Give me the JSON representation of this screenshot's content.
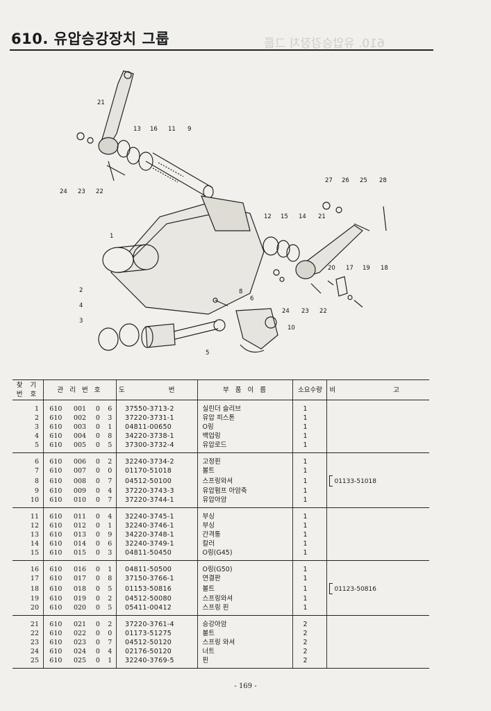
{
  "header": {
    "title": "610. 유압승강장치 그룹"
  },
  "diagram": {
    "callouts": [
      "21",
      "13",
      "16",
      "11",
      "9",
      "24",
      "23",
      "22",
      "27",
      "26",
      "25",
      "28",
      "12",
      "15",
      "14",
      "21",
      "1",
      "20",
      "17",
      "19",
      "18",
      "2",
      "8",
      "6",
      "4",
      "24",
      "23",
      "22",
      "3",
      "10",
      "5"
    ]
  },
  "table": {
    "headers": {
      "find_no": "찾 기\n번 호",
      "mgmt_no": "관 리 번 호",
      "drawing_no": "도 번",
      "part_name": "부 품 이 름",
      "qty": "소요수량",
      "remarks": "비 고"
    },
    "groups": [
      {
        "rows": [
          {
            "no": "1",
            "a": "610",
            "b": "001",
            "c": "0",
            "d": "6",
            "pn": "37550-3713-2",
            "name": "실린더 슬리브",
            "qty": "1"
          },
          {
            "no": "2",
            "a": "610",
            "b": "002",
            "c": "0",
            "d": "3",
            "pn": "37220-3731-1",
            "name": "유압 피스톤",
            "qty": "1"
          },
          {
            "no": "3",
            "a": "610",
            "b": "003",
            "c": "0",
            "d": "1",
            "pn": "04811-00650",
            "name": "O링",
            "qty": "1"
          },
          {
            "no": "4",
            "a": "610",
            "b": "004",
            "c": "0",
            "d": "8",
            "pn": "34220-3738-1",
            "name": "백업링",
            "qty": "1"
          },
          {
            "no": "5",
            "a": "610",
            "b": "005",
            "c": "0",
            "d": "5",
            "pn": "37300-3732-4",
            "name": "유압로드",
            "qty": "1"
          }
        ]
      },
      {
        "note": "01133-51018",
        "rows": [
          {
            "no": "6",
            "a": "610",
            "b": "006",
            "c": "0",
            "d": "2",
            "pn": "32240-3734-2",
            "name": "고정핀",
            "qty": "1"
          },
          {
            "no": "7",
            "a": "610",
            "b": "007",
            "c": "0",
            "d": "0",
            "pn": "01170-51018",
            "name": "볼트",
            "qty": "1"
          },
          {
            "no": "8",
            "a": "610",
            "b": "008",
            "c": "0",
            "d": "7",
            "pn": "04512-50100",
            "name": "스프링와셔",
            "qty": "1"
          },
          {
            "no": "9",
            "a": "610",
            "b": "009",
            "c": "0",
            "d": "4",
            "pn": "37220-3743-3",
            "name": "유압펌프 아암축",
            "qty": "1"
          },
          {
            "no": "10",
            "a": "610",
            "b": "010",
            "c": "0",
            "d": "7",
            "pn": "37220-3744-1",
            "name": "유압아암",
            "qty": "1"
          }
        ]
      },
      {
        "rows": [
          {
            "no": "11",
            "a": "610",
            "b": "011",
            "c": "0",
            "d": "4",
            "pn": "32240-3745-1",
            "name": "부싱",
            "qty": "1"
          },
          {
            "no": "12",
            "a": "610",
            "b": "012",
            "c": "0",
            "d": "1",
            "pn": "32240-3746-1",
            "name": "부싱",
            "qty": "1"
          },
          {
            "no": "13",
            "a": "610",
            "b": "013",
            "c": "0",
            "d": "9",
            "pn": "34220-3748-1",
            "name": "간격통",
            "qty": "1"
          },
          {
            "no": "14",
            "a": "610",
            "b": "014",
            "c": "0",
            "d": "6",
            "pn": "32240-3749-1",
            "name": "칼러",
            "qty": "1"
          },
          {
            "no": "15",
            "a": "610",
            "b": "015",
            "c": "0",
            "d": "3",
            "pn": "04811-50450",
            "name": "O링(G45)",
            "qty": "1"
          }
        ]
      },
      {
        "note": "01123-50816",
        "rows": [
          {
            "no": "16",
            "a": "610",
            "b": "016",
            "c": "0",
            "d": "1",
            "pn": "04811-50500",
            "name": "O링(G50)",
            "qty": "1"
          },
          {
            "no": "17",
            "a": "610",
            "b": "017",
            "c": "0",
            "d": "8",
            "pn": "37150-3766-1",
            "name": "연결판",
            "qty": "1"
          },
          {
            "no": "18",
            "a": "610",
            "b": "018",
            "c": "0",
            "d": "5",
            "pn": "01153-50816",
            "name": "볼트",
            "qty": "1"
          },
          {
            "no": "19",
            "a": "610",
            "b": "019",
            "c": "0",
            "d": "2",
            "pn": "04512-50080",
            "name": "스프링와셔",
            "qty": "1"
          },
          {
            "no": "20",
            "a": "610",
            "b": "020",
            "c": "0",
            "d": "5",
            "pn": "05411-00412",
            "name": "스프링 핀",
            "qty": "1"
          }
        ]
      },
      {
        "rows": [
          {
            "no": "21",
            "a": "610",
            "b": "021",
            "c": "0",
            "d": "2",
            "pn": "37220-3761-4",
            "name": "승강아암",
            "qty": "2"
          },
          {
            "no": "22",
            "a": "610",
            "b": "022",
            "c": "0",
            "d": "0",
            "pn": "01173-51275",
            "name": "볼트",
            "qty": "2"
          },
          {
            "no": "23",
            "a": "610",
            "b": "023",
            "c": "0",
            "d": "7",
            "pn": "04512-50120",
            "name": "스프링 와셔",
            "qty": "2"
          },
          {
            "no": "24",
            "a": "610",
            "b": "024",
            "c": "0",
            "d": "4",
            "pn": "02176-50120",
            "name": "너트",
            "qty": "2"
          },
          {
            "no": "25",
            "a": "610",
            "b": "025",
            "c": "0",
            "d": "1",
            "pn": "32240-3769-5",
            "name": "핀",
            "qty": "2"
          }
        ]
      }
    ]
  },
  "footer": {
    "page_number": "- 169 -"
  }
}
